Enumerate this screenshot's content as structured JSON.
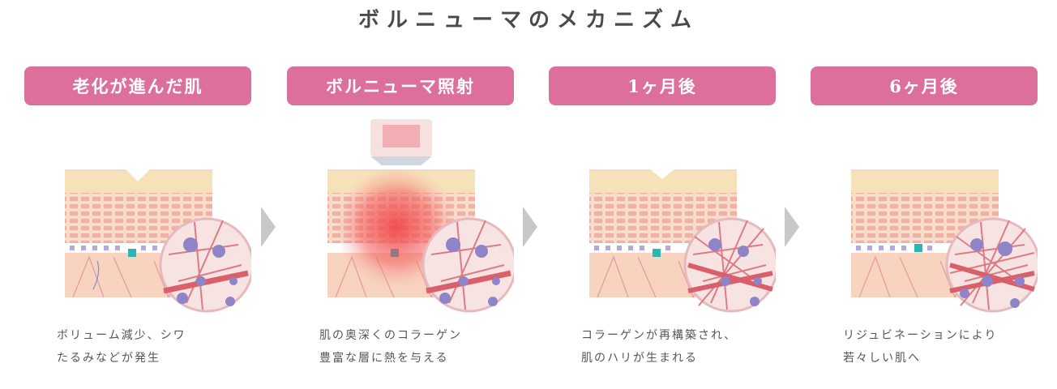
{
  "title": "ボルニューマのメカニズム",
  "stages": [
    {
      "label": "老化が進んだ肌",
      "caption_line1": "ボリューム減少、シワ",
      "caption_line2": "たるみなどが発生"
    },
    {
      "label": "ボルニューマ照射",
      "caption_line1": "肌の奥深くのコラーゲン",
      "caption_line2": "豊富な層に熱を与える"
    },
    {
      "label": "1ヶ月後",
      "caption_line1": "コラーゲンが再構築され、",
      "caption_line2": "肌のハリが生まれる"
    },
    {
      "label": "6ヶ月後",
      "caption_line1": "リジュビネーションにより",
      "caption_line2": "若々しい肌へ"
    }
  ],
  "colors": {
    "accent_pink": "#dd6f9c",
    "arrow_gray": "#c8c8c8",
    "skin_top": "#f7d9c4",
    "skin_band": "#f6e2b8",
    "heat_red": "#f04848",
    "collagen_red": "#d9606a"
  },
  "icons": [
    "chevron-right-icon",
    "radiofrequency-tip-icon",
    "magnify-circle-icon"
  ]
}
